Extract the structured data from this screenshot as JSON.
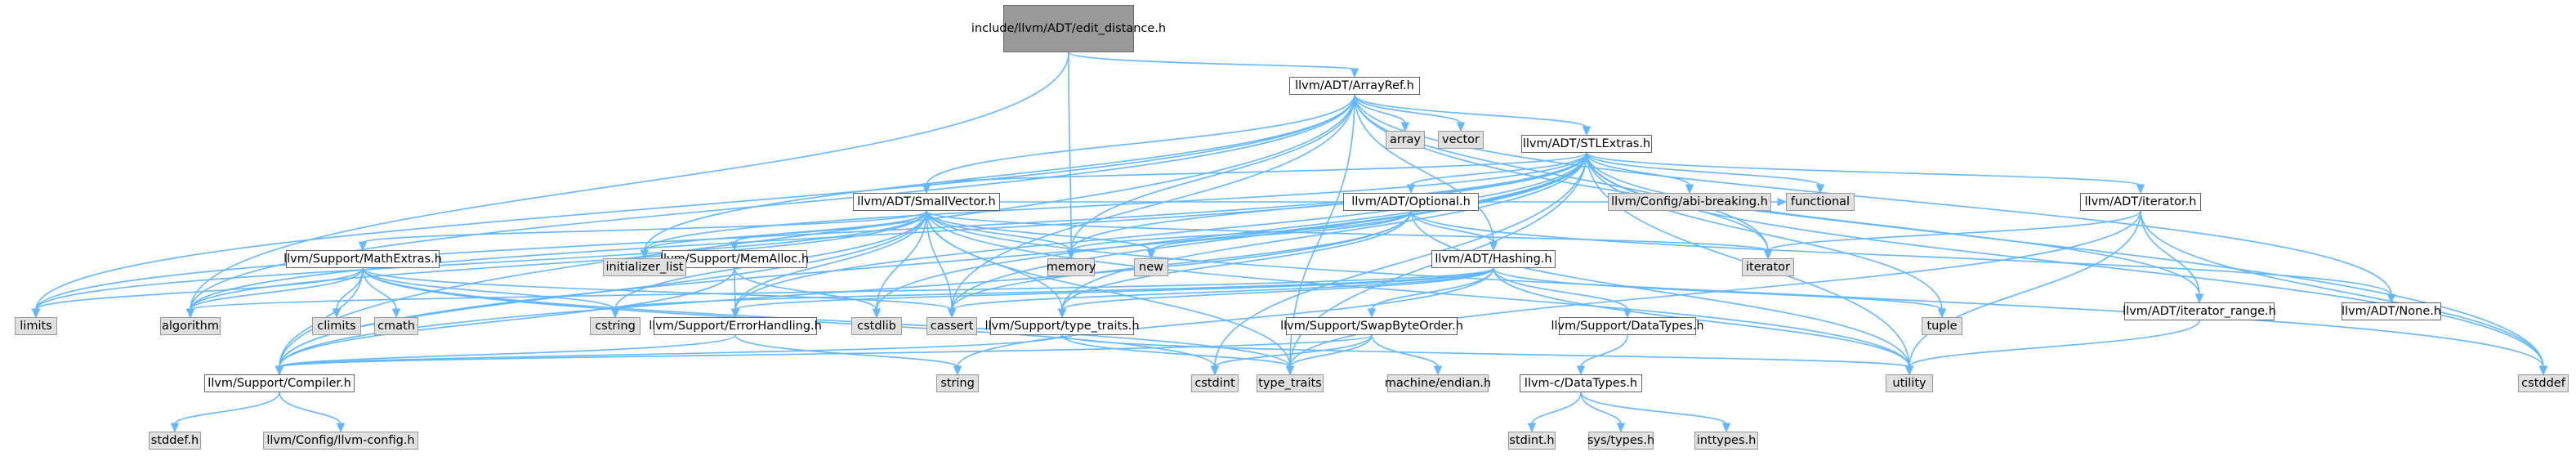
{
  "colors": {
    "edge": "#63b8ff",
    "documented": "#ffffff",
    "external": "#e0e0e0",
    "root": "#999999"
  },
  "nodes": {
    "root": "include/llvm/ADT/edit_distance.h",
    "arrayref": "llvm/ADT/ArrayRef.h",
    "array": "array",
    "vector": "vector",
    "stlextras": "llvm/ADT/STLExtras.h",
    "abi": "llvm/Config/abi-breaking.h",
    "functional": "functional",
    "smallvector": "llvm/ADT/SmallVector.h",
    "optional": "llvm/ADT/Optional.h",
    "iteratorh": "llvm/ADT/iterator.h",
    "mathextras": "llvm/Support/MathExtras.h",
    "memalloc": "llvm/Support/MemAlloc.h",
    "initlist": "initializer_list",
    "memory": "memory",
    "new": "new",
    "hashing": "llvm/ADT/Hashing.h",
    "iterator": "iterator",
    "iterrange": "llvm/ADT/iterator_range.h",
    "none": "llvm/ADT/None.h",
    "limits": "limits",
    "algorithm": "algorithm",
    "climits": "climits",
    "cmath": "cmath",
    "cstring": "cstring",
    "errorhandling": "llvm/Support/ErrorHandling.h",
    "cstdlib": "cstdlib",
    "cassert": "cassert",
    "typetraitsh": "llvm/Support/type_traits.h",
    "swapbyte": "llvm/Support/SwapByteOrder.h",
    "datatypes": "llvm/Support/DataTypes.h",
    "tuple": "tuple",
    "compiler": "llvm/Support/Compiler.h",
    "string": "string",
    "cstdint": "cstdint",
    "type_traits": "type_traits",
    "endian": "machine/endian.h",
    "cdatatypes": "llvm-c/DataTypes.h",
    "utility": "utility",
    "cstddef": "cstddef",
    "stddef": "stddef.h",
    "llvmconfig": "llvm/Config/llvm-config.h",
    "stdint": "stdint.h",
    "systypes": "sys/types.h",
    "inttypes": "inttypes.h"
  }
}
